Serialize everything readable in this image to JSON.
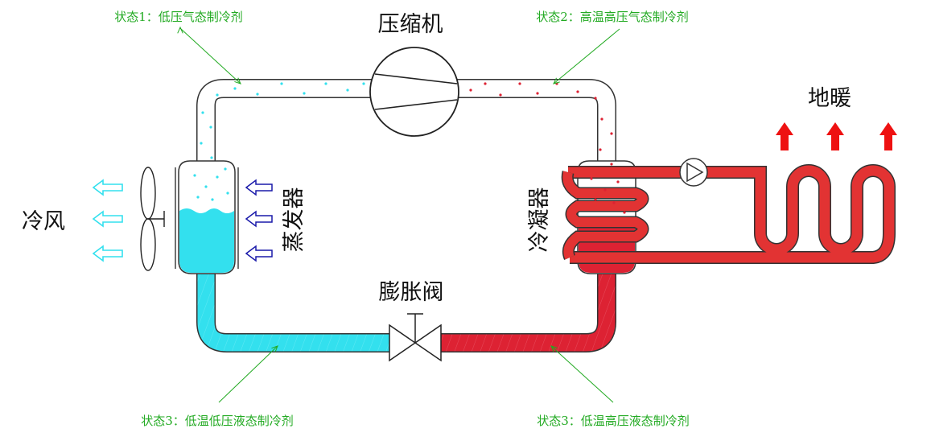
{
  "components": {
    "compressor": "压缩机",
    "evaporator": "蒸发器",
    "condenser": "冷凝器",
    "expansion_valve": "膨胀阀",
    "floor_heating": "地暖",
    "cold_air": "冷风"
  },
  "states": {
    "state1": "状态1：低压气态制冷剂",
    "state2": "状态2：高温高压气态制冷剂",
    "state3_low": "状态3：低温低压液态制冷剂",
    "state3_high": "状态3：低温高压液态制冷剂"
  },
  "colors": {
    "cold_fluid": "#33e0ee",
    "hot_fluid": "#dd2233",
    "label_green": "#22aa22",
    "evap_arrow": "#1a1aaa",
    "cold_air_arrow": "#33e0ee",
    "heat_arrow": "#ee1111"
  }
}
